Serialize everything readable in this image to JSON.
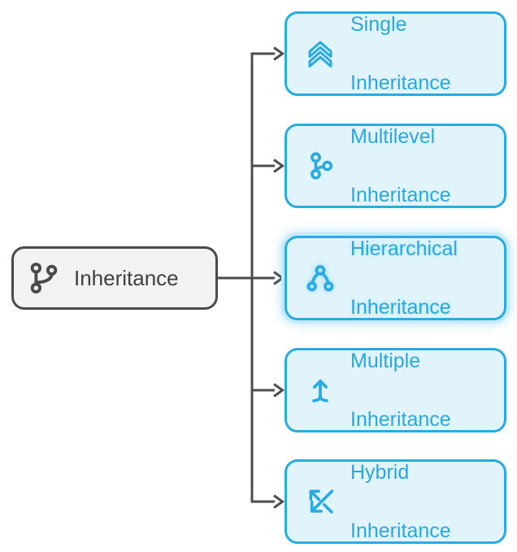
{
  "diagram": {
    "root": {
      "label": "Inheritance",
      "icon": "git-branch-icon"
    },
    "nodes": [
      {
        "lines": [
          "Single",
          "Inheritance"
        ],
        "icon": "double-chevron-up-icon",
        "highlighted": false
      },
      {
        "lines": [
          "Multilevel",
          "Inheritance"
        ],
        "icon": "branch-chain-icon",
        "highlighted": false
      },
      {
        "lines": [
          "Hierarchical",
          "Inheritance"
        ],
        "icon": "tree-hierarchy-icon",
        "highlighted": true
      },
      {
        "lines": [
          "Multiple",
          "Inheritance"
        ],
        "icon": "merge-up-arrow-icon",
        "highlighted": false
      },
      {
        "lines": [
          "Hybrid",
          "Inheritance"
        ],
        "icon": "cross-arrows-icon",
        "highlighted": false
      }
    ],
    "colors": {
      "accent": "#29abe2",
      "node_background": "#e1f4fb",
      "node_text": "#29a8e0",
      "highlight_glow": "#c6eafa",
      "root_border": "#4a4a4a",
      "root_background": "#f2f2f2",
      "root_text": "#3f3f3f",
      "connector": "#4d4d4d"
    }
  }
}
